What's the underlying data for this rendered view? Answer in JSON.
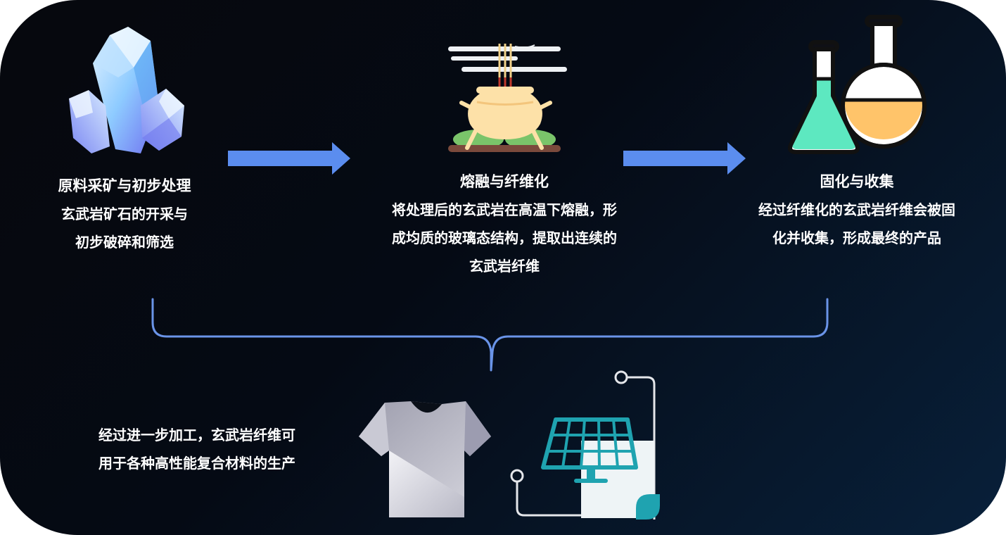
{
  "steps": [
    {
      "title": "原料采矿与初步处理",
      "lines": [
        "玄武岩矿石的开采与",
        "初步破碎和筛选"
      ]
    },
    {
      "title": "熔融与纤维化",
      "lines": [
        "将处理后的玄武岩在高温下熔融，形",
        "成均质的玻璃态结构，提取出连续的",
        "玄武岩纤维"
      ]
    },
    {
      "title": "固化与收集",
      "lines": [
        "经过纤维化的玄武岩纤维会被固",
        "化并收集，形成最终的产品"
      ]
    }
  ],
  "application": {
    "lines": [
      "经过进一步加工，玄武岩纤维可",
      "用于各种高性能复合材料的生产"
    ]
  },
  "icons": [
    "crystal-icon",
    "cauldron-icon",
    "flask-icon",
    "tshirt-icon",
    "solar-panel-icon"
  ],
  "colors": {
    "arrow": "#5b8def",
    "brace": "#6a94e8",
    "flask_green": "#5de8c0",
    "flask_orange": "#ffc46a",
    "panel_teal": "#1fa3b0"
  }
}
